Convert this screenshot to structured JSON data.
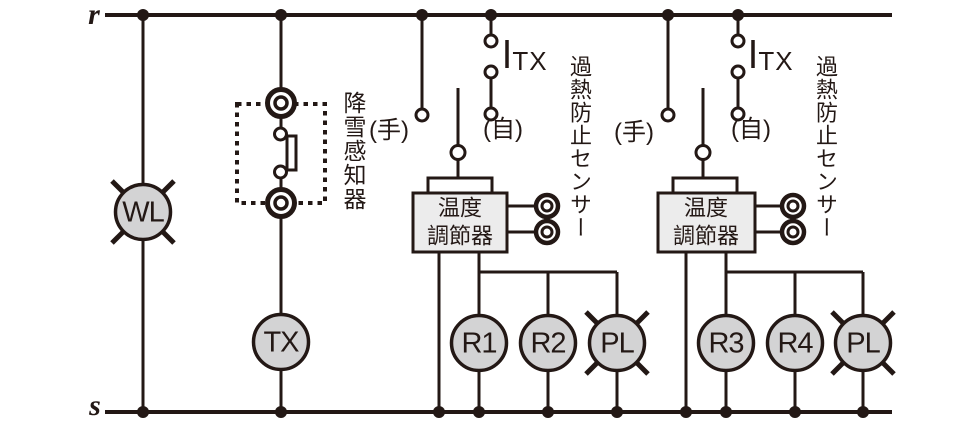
{
  "rails": {
    "top_label": "r",
    "bottom_label": "s"
  },
  "wl_lamp": {
    "label": "WL"
  },
  "snow_sensor": {
    "label": "降雪感知器",
    "relay_label": "TX"
  },
  "group1": {
    "manual_label": "(手)",
    "auto_label": "(自)",
    "tx_contact_label": "TX",
    "controller": {
      "line1": "温度",
      "line2": "調節器"
    },
    "sensor_label": "過熱防止センサー",
    "loads": [
      "R1",
      "R2",
      "PL"
    ]
  },
  "group2": {
    "manual_label": "(手)",
    "auto_label": "(自)",
    "tx_contact_label": "TX",
    "controller": {
      "line1": "温度",
      "line2": "調節器"
    },
    "sensor_label": "過熱防止センサー",
    "loads": [
      "R3",
      "R4",
      "PL"
    ]
  },
  "colors": {
    "line": "#231815",
    "lamp_fill": "#d3d3d4",
    "box_fill": "#ececec"
  }
}
